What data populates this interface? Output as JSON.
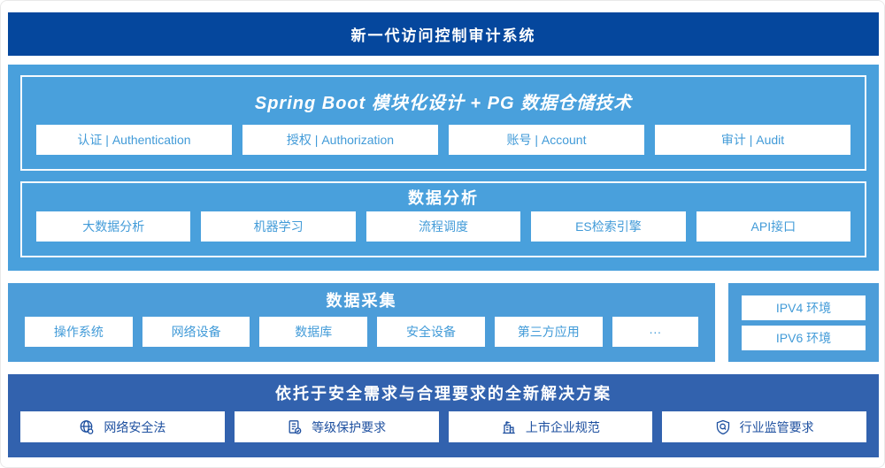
{
  "banner": {
    "title": "新一代访问控制审计系统"
  },
  "platform": {
    "modules_title": "Spring Boot 模块化设计 + PG 数据仓储技术",
    "modules": [
      "认证 | Authentication",
      "授权 | Authorization",
      "账号 | Account",
      "审计 | Audit"
    ],
    "analysis_title": "数据分析",
    "analysis_items": [
      "大数据分析",
      "机器学习",
      "流程调度",
      "ES检索引擎",
      "API接口"
    ]
  },
  "collection": {
    "title": "数据采集",
    "items": [
      "操作系统",
      "网络设备",
      "数据库",
      "安全设备",
      "第三方应用",
      "···"
    ]
  },
  "environments": {
    "items": [
      "IPV4 环境",
      "IPV6 环境"
    ]
  },
  "solution": {
    "title": "依托于安全需求与合理要求的全新解决方案",
    "items": [
      {
        "icon": "globe-icon",
        "label": "网络安全法"
      },
      {
        "icon": "document-check-icon",
        "label": "等级保护要求"
      },
      {
        "icon": "building-icon",
        "label": "上市企业规范"
      },
      {
        "icon": "shield-search-icon",
        "label": "行业监管要求"
      }
    ]
  },
  "colors": {
    "banner_bg": "#05479D",
    "platform_bg": "#49A0DC",
    "collection_bg": "#4C9DD9",
    "solution_bg": "#3262AE",
    "chip_text_blue": "#429BD8",
    "solution_text_navy": "#1D4F9F",
    "white": "#FFFFFF"
  }
}
